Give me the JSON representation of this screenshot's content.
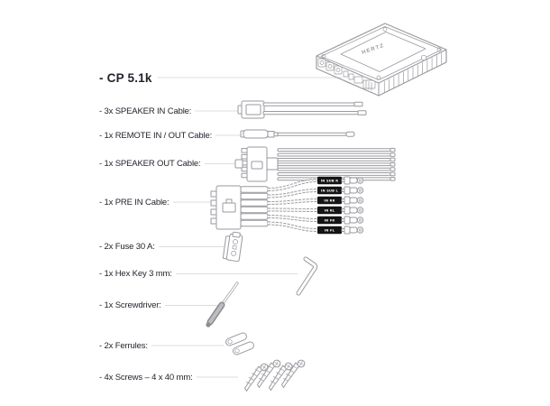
{
  "title": {
    "label": "- CP 5.1k"
  },
  "device": {
    "logo": "HERTZ"
  },
  "items": [
    {
      "label": "- 3x SPEAKER IN Cable:"
    },
    {
      "label": "- 1x REMOTE IN / OUT Cable:"
    },
    {
      "label": "- 1x SPEAKER OUT Cable:"
    },
    {
      "label": "- 1x PRE IN Cable:"
    },
    {
      "label": "- 2x Fuse 30 A:"
    },
    {
      "label": "- 1x Hex Key 3 mm:"
    },
    {
      "label": "- 1x Screwdriver:"
    },
    {
      "label": "- 2x Ferrules:"
    },
    {
      "label": "- 4x Screws – 4 x 40 mm:"
    }
  ],
  "pre_in_labels": [
    "IN SUB R",
    "IN SUB L",
    "IN RR",
    "IN RL",
    "IN FR",
    "IN FL"
  ],
  "colors": {
    "background": "#ffffff",
    "text": "#23232d",
    "leader-line": "#dcdcdc",
    "line-art": "#9a9aa0",
    "tag-fill": "#141414",
    "tag-text": "#ffffff",
    "handle-gray": "#8b8b90"
  }
}
